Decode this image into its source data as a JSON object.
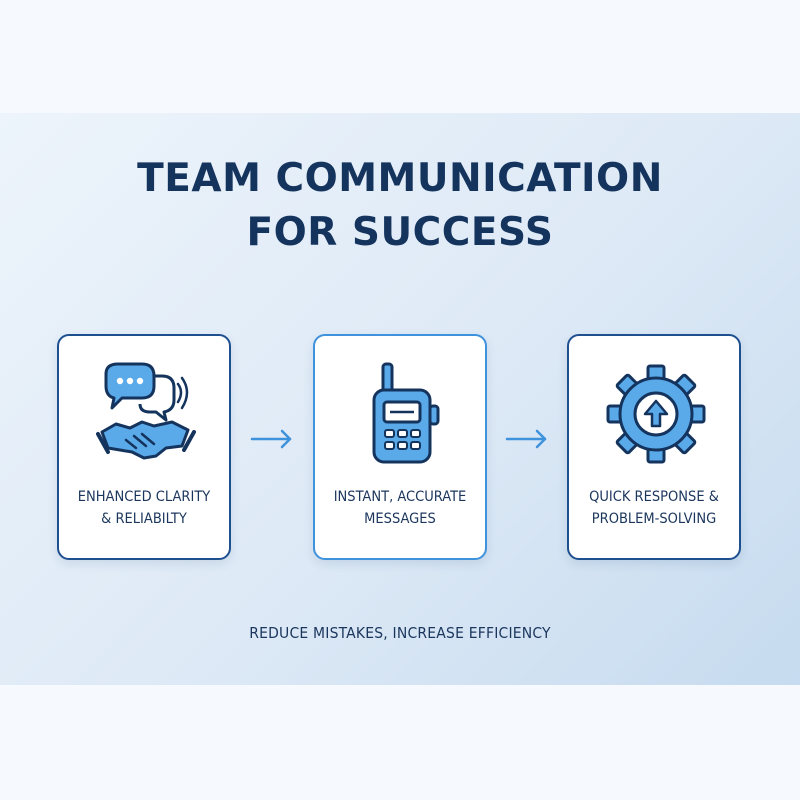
{
  "title": {
    "line1": "TEAM COMMUNICATION",
    "line2": "FOR SUCCESS"
  },
  "steps": [
    {
      "icon": "chat-handshake-icon",
      "line1": "ENHANCED CLARITY",
      "line2": "& RELIABILTY"
    },
    {
      "icon": "walkie-talkie-icon",
      "line1": "INSTANT, ACCURATE",
      "line2": "MESSAGES"
    },
    {
      "icon": "gear-up-arrow-icon",
      "line1": "QUICK RESPONSE &",
      "line2": "PROBLEM-SOLVING"
    }
  ],
  "footer": "REDUCE MISTAKES, INCREASE EFFICIENCY",
  "colors": {
    "navy": "#14345e",
    "accent_blue": "#3f92dc",
    "light_blue": "#6cb6ee",
    "card_border": "#1e4f8f"
  }
}
